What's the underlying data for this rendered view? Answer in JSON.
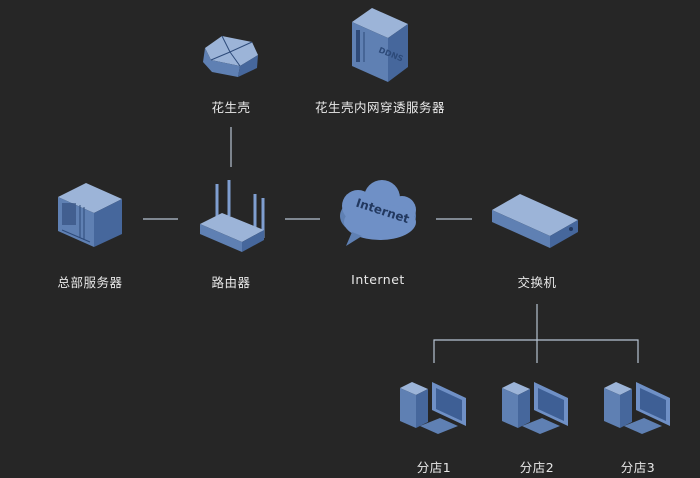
{
  "nodes": {
    "huashengke": "花生壳",
    "ddns_server": "花生壳内网穿透服务器",
    "ddns_badge": "DDNS",
    "hq_server": "总部服务器",
    "router": "路由器",
    "internet": "Internet",
    "internet_badge": "Internet",
    "switch": "交换机",
    "branch1": "分店1",
    "branch2": "分店2",
    "branch3": "分店3"
  },
  "colors": {
    "background": "#262626",
    "device": "#6f90c6",
    "connector": "#b7c4d2"
  }
}
